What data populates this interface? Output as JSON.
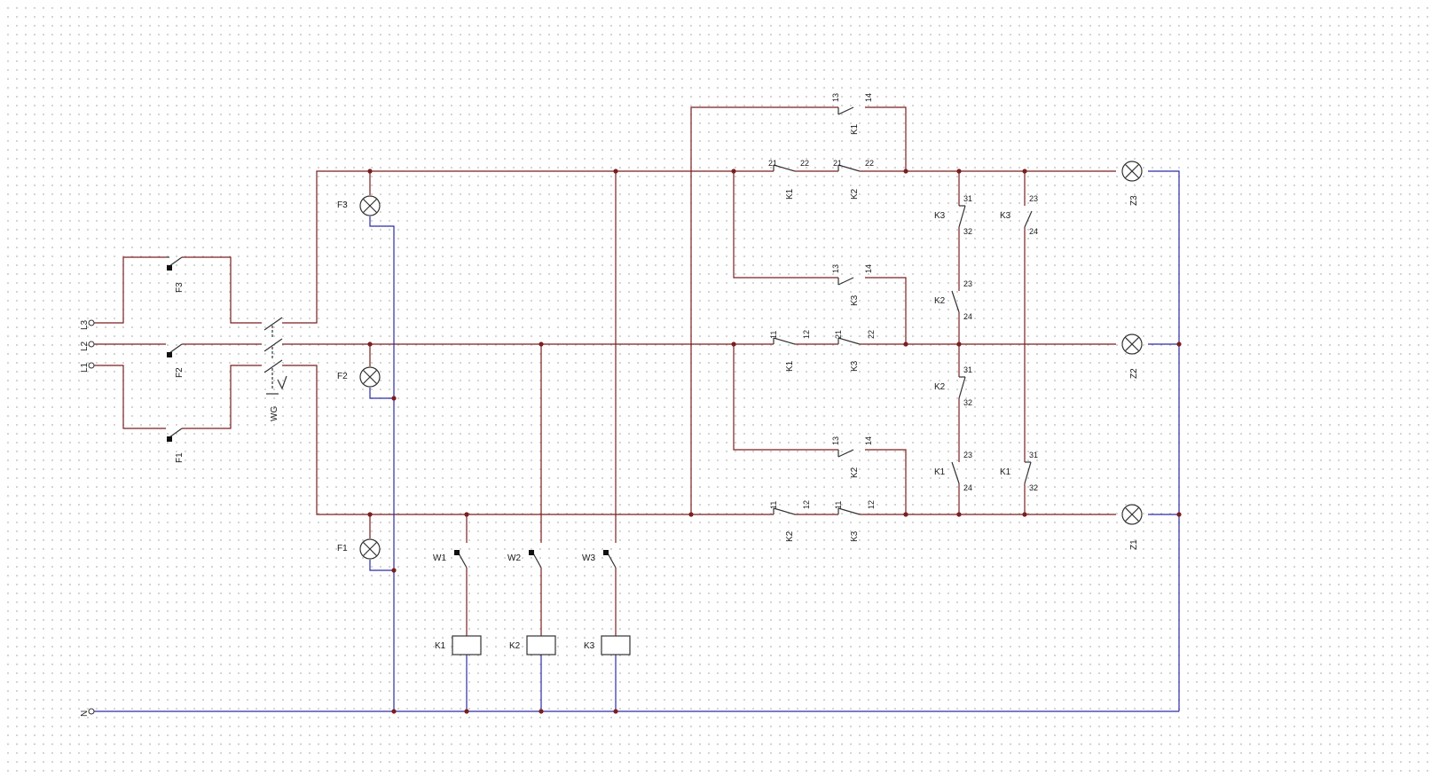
{
  "colors": {
    "phase_wire": "#7a1f1f",
    "neutral_wire": "#2b2ba8",
    "junction": "#7a1f1f",
    "symbol": "#333333",
    "grid_dot": "#c8c8c8"
  },
  "terminals": {
    "L1": "L1",
    "L2": "L2",
    "L3": "L3",
    "N": "N"
  },
  "main_switch": {
    "label": "WG"
  },
  "fuses": {
    "F1": "F1",
    "F2": "F2",
    "F3": "F3"
  },
  "lamps": {
    "F1": "F1",
    "F2": "F2",
    "F3": "F3",
    "Z1": "Z1",
    "Z2": "Z2",
    "Z3": "Z3"
  },
  "pushbuttons": {
    "W1": "W1",
    "W2": "W2",
    "W3": "W3"
  },
  "coils": {
    "K1": "K1",
    "K2": "K2",
    "K3": "K3"
  },
  "contacts": {
    "top_k1_no": {
      "label": "K1",
      "pin_a": "13",
      "pin_b": "14"
    },
    "row3_k1_nc": {
      "label": "K1",
      "pin_a": "21",
      "pin_b": "22"
    },
    "row3_k2_nc": {
      "label": "K2",
      "pin_a": "21",
      "pin_b": "22"
    },
    "mid_k3_no": {
      "label": "K3",
      "pin_a": "13",
      "pin_b": "14"
    },
    "row2_k1_nc": {
      "label": "K1",
      "pin_a": "11",
      "pin_b": "12"
    },
    "row2_k3_nc": {
      "label": "K3",
      "pin_a": "21",
      "pin_b": "22"
    },
    "low_k2_no": {
      "label": "K2",
      "pin_a": "13",
      "pin_b": "14"
    },
    "row1_k2_nc": {
      "label": "K2",
      "pin_a": "11",
      "pin_b": "12"
    },
    "row1_k3_nc": {
      "label": "K3",
      "pin_a": "11",
      "pin_b": "12"
    },
    "v_k3_nc": {
      "label": "K3",
      "pin_a": "31",
      "pin_b": "32"
    },
    "v_k3_no": {
      "label": "K3",
      "pin_a": "23",
      "pin_b": "24"
    },
    "v_k2_no": {
      "label": "K2",
      "pin_a": "23",
      "pin_b": "24"
    },
    "v_k2_nc": {
      "label": "K2",
      "pin_a": "31",
      "pin_b": "32"
    },
    "v_k1_no": {
      "label": "K1",
      "pin_a": "23",
      "pin_b": "24"
    },
    "v_k1_nc": {
      "label": "K1",
      "pin_a": "31",
      "pin_b": "32"
    }
  }
}
